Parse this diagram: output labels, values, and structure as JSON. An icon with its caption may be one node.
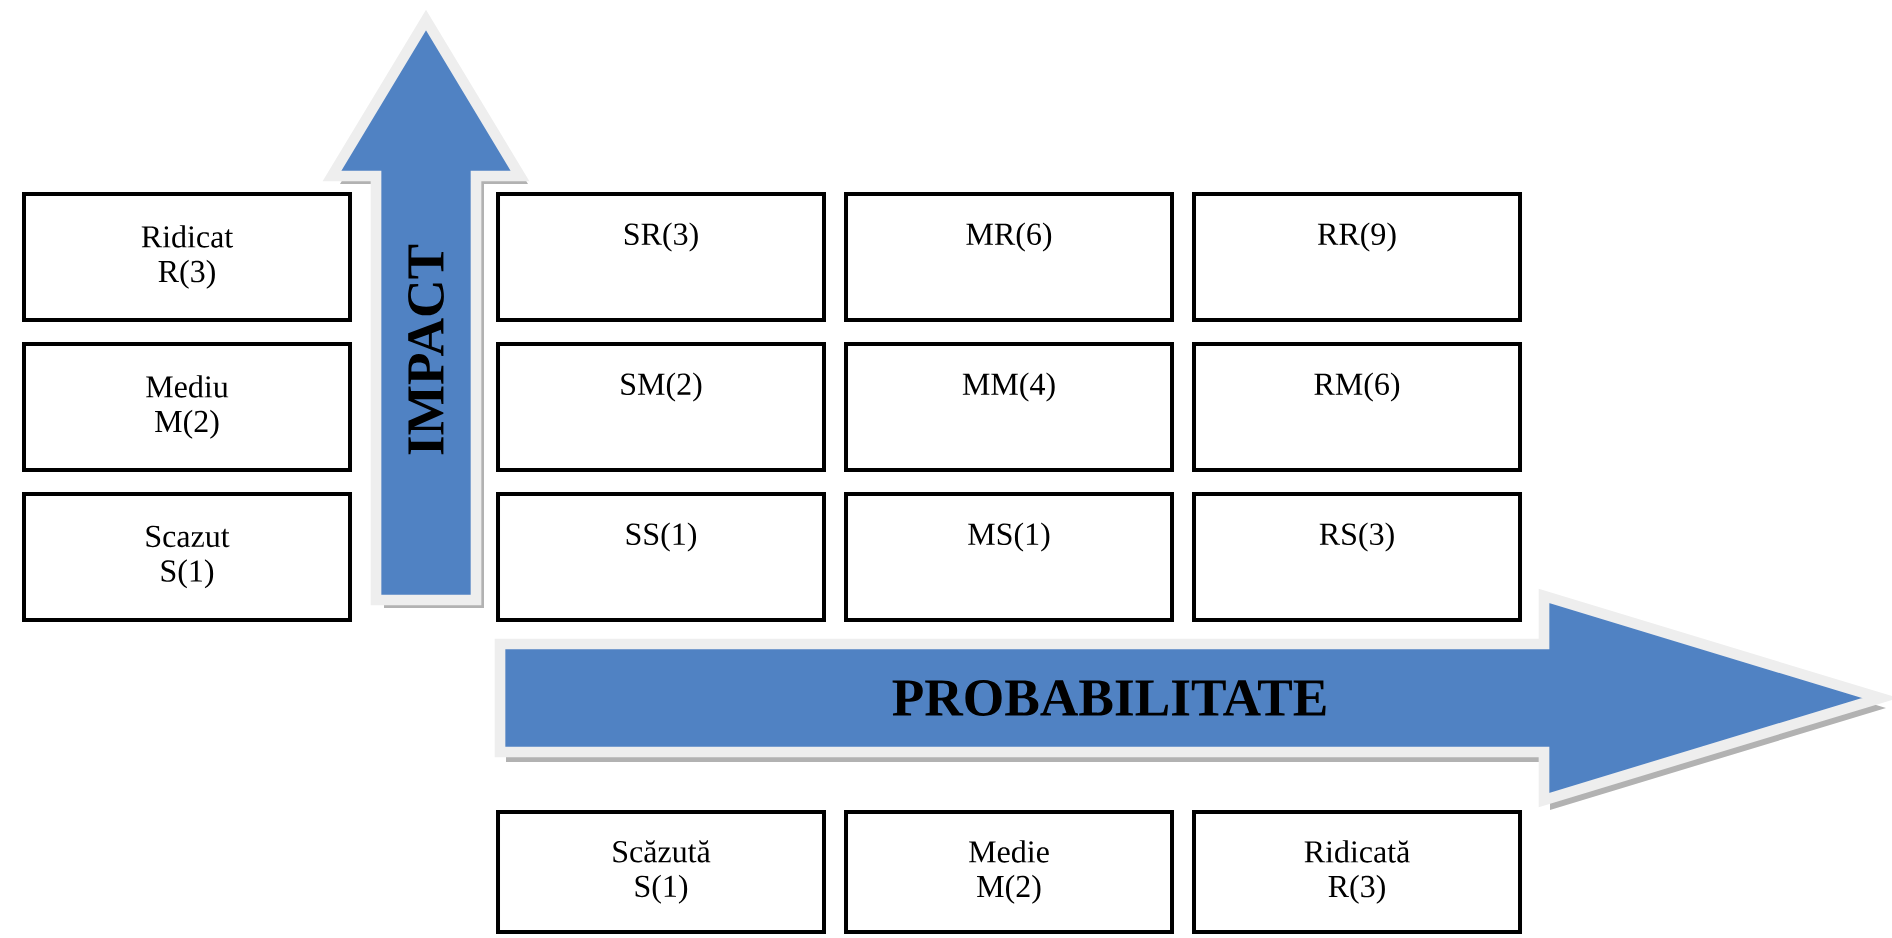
{
  "diagram": {
    "nodes": [
      {
        "text": [
          "IMPACT"
        ]
      },
      {
        "text": [
          "Ridicat R(3)"
        ]
      },
      {
        "text": [
          "Mediu M(2)"
        ]
      },
      {
        "text": [
          "Scazut S(1)"
        ]
      },
      {
        "text": [
          "SR(3)"
        ]
      },
      {
        "text": [
          "MR(6)"
        ]
      },
      {
        "text": [
          "RR(9)"
        ]
      },
      {
        "text": [
          "SM(2)"
        ]
      },
      {
        "text": [
          "MM(4)"
        ]
      },
      {
        "text": [
          "RM(6)"
        ]
      },
      {
        "text": [
          "SS(1)"
        ]
      },
      {
        "text": [
          "MS(1)"
        ]
      },
      {
        "text": [
          "RS(3)"
        ]
      },
      {
        "text": [
          "PROBABILITATE"
        ]
      },
      {
        "text": [
          "Scăzută S(1)"
        ]
      },
      {
        "text": [
          "Medie M(2)"
        ]
      },
      {
        "text": [
          "Ridicată R(3)"
        ]
      }
    ]
  }
}
